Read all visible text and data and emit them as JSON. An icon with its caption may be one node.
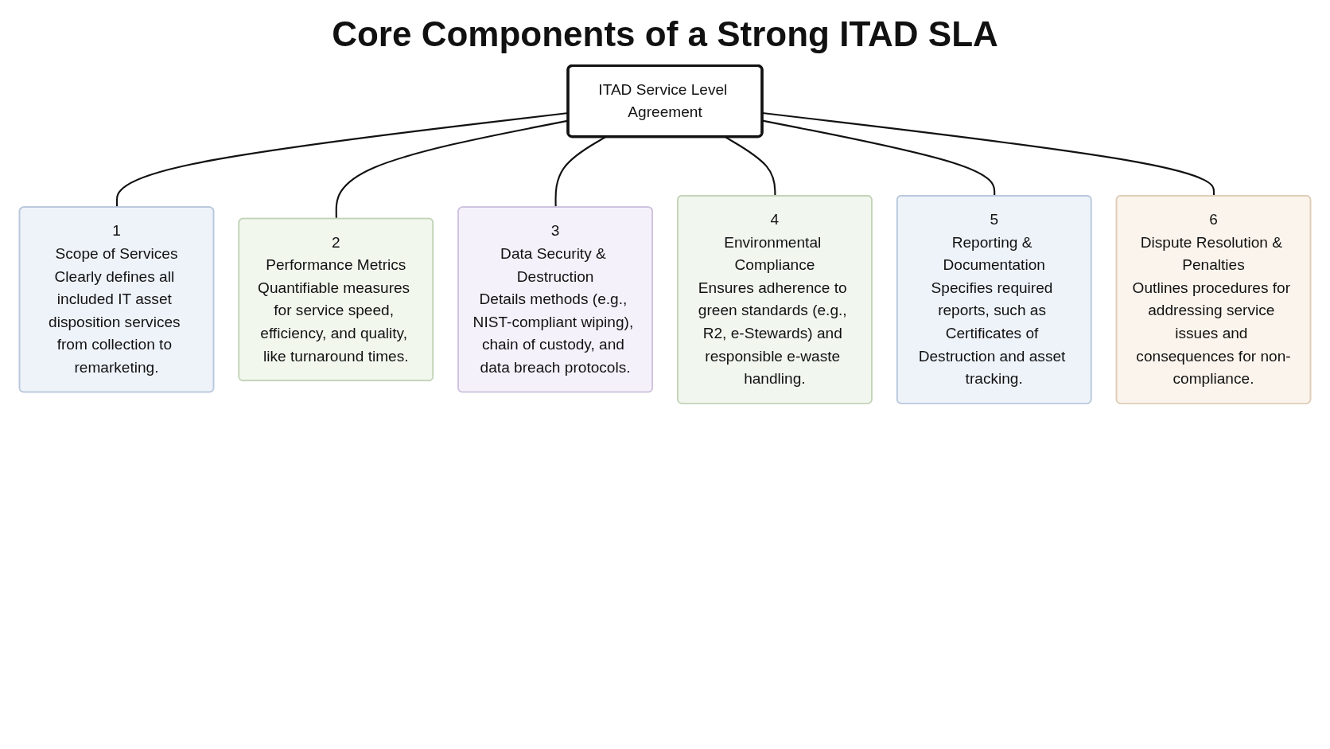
{
  "diagram": {
    "title": "Core Components of a Strong ITAD SLA",
    "nodes": [
      {
        "text": [
          "ITAD Service Level Agreement"
        ]
      },
      {
        "text": [
          "1",
          "Scope of Services",
          "Clearly defines all included IT asset disposition services from collection to remarketing."
        ]
      },
      {
        "text": [
          "2",
          "Performance Metrics",
          "Quantifiable measures for service speed, efficiency, and quality, like turnaround times."
        ]
      },
      {
        "text": [
          "3",
          "Data Security & Destruction",
          "Details methods (e.g., NIST-compliant wiping), chain of custody, and data breach protocols."
        ]
      },
      {
        "text": [
          "4",
          "Environmental Compliance",
          "Ensures adherence to green standards (e.g., R2, e-Stewards) and responsible e-waste handling."
        ]
      },
      {
        "text": [
          "5",
          "Reporting & Documentation",
          "Specifies required reports, such as Certificates of Destruction and asset tracking."
        ]
      },
      {
        "text": [
          "6",
          "Dispute Resolution & Penalties",
          "Outlines procedures for addressing service issues and consequences for non-compliance."
        ]
      }
    ],
    "edges": [
      {
        "from": 0,
        "to": 1,
        "arrow": "none"
      },
      {
        "from": 0,
        "to": 2,
        "arrow": "none"
      },
      {
        "from": 0,
        "to": 3,
        "arrow": "none"
      },
      {
        "from": 0,
        "to": 4,
        "arrow": "none"
      },
      {
        "from": 0,
        "to": 5,
        "arrow": "none"
      },
      {
        "from": 0,
        "to": 6,
        "arrow": "none"
      }
    ]
  }
}
